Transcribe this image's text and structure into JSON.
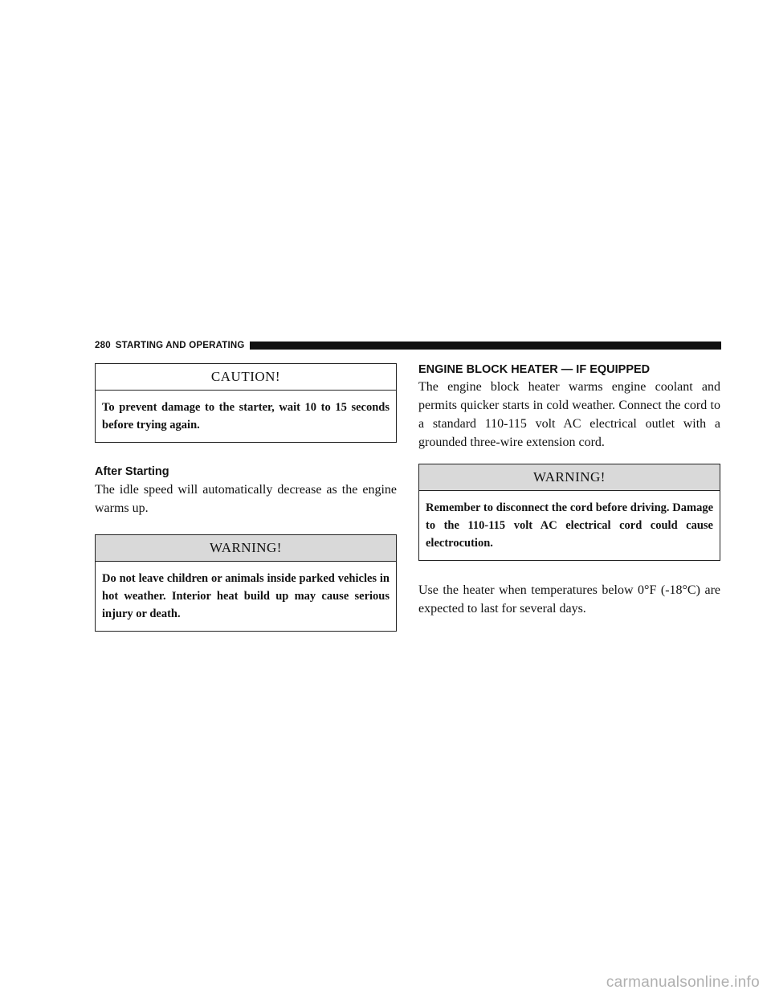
{
  "header": {
    "page_number": "280",
    "section_title": "STARTING AND OPERATING"
  },
  "left_column": {
    "caution": {
      "title": "CAUTION!",
      "text": "To prevent damage to the starter, wait 10 to 15 seconds before trying again."
    },
    "after_starting": {
      "heading": "After Starting",
      "text": "The idle speed will automatically decrease as the engine warms up."
    },
    "warning": {
      "title": "WARNING!",
      "text": "Do not leave children or animals inside parked vehicles in hot weather. Interior heat build up may cause serious injury or death."
    }
  },
  "right_column": {
    "engine_block": {
      "heading": "ENGINE BLOCK HEATER — IF EQUIPPED",
      "text": "The engine block heater warms engine coolant and permits quicker starts in cold weather. Connect the cord to a standard 110-115 volt AC electrical outlet with a grounded three-wire extension cord."
    },
    "warning": {
      "title": "WARNING!",
      "text": "Remember to disconnect the cord before driving. Damage to the 110-115 volt AC electrical cord could cause electrocution."
    },
    "usage_text": "Use the heater when temperatures below 0°F (-18°C) are expected to last for several days."
  },
  "watermark": "carmanualsonline.info"
}
